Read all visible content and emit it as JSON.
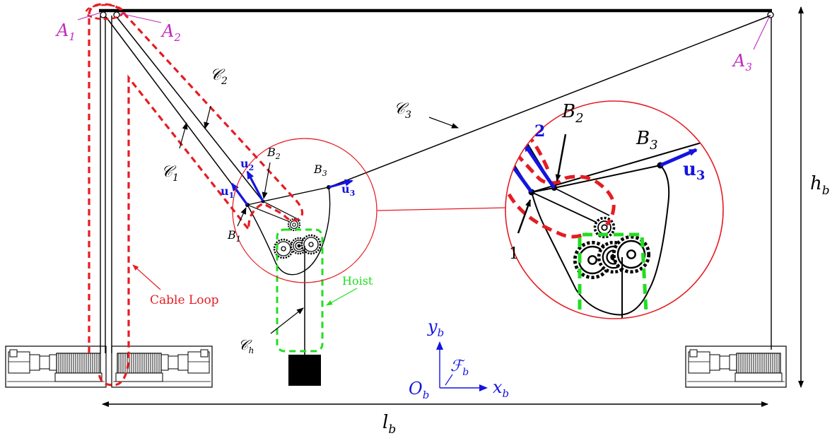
{
  "labels": {
    "A1_main": "A",
    "A1_sub": "1",
    "A2_main": "A",
    "A2_sub": "2",
    "A3_main": "A",
    "A3_sub": "3",
    "C1_main": "𝒞",
    "C1_sub": "1",
    "C2_main": "𝒞",
    "C2_sub": "2",
    "C3_main": "𝒞",
    "C3_sub": "3",
    "Ch_main": "𝒞",
    "Ch_sub": "h",
    "u1_main": "u",
    "u1_sub": "1",
    "u2_main": "u",
    "u2_sub": "2",
    "u3_main": "u",
    "u3_sub": "3",
    "B1_main": "B",
    "B1_sub": "1",
    "B2_main": "B",
    "B2_sub": "2",
    "B3_main": "B",
    "B3_sub": "3",
    "zoom_B2_main": "B",
    "zoom_B2_sub": "2",
    "zoom_B3_main": "B",
    "zoom_B3_sub": "3",
    "zoom_u3_main": "u",
    "zoom_u3_sub": "3",
    "zoom_u2_fragment": "2",
    "zoom_B1_fragment": "1",
    "cable_loop": "Cable Loop",
    "hoist": "Hoist",
    "hb_main": "h",
    "hb_sub": "b",
    "lb_main": "l",
    "lb_sub": "b",
    "yb_main": "y",
    "yb_sub": "b",
    "xb_main": "x",
    "xb_sub": "b",
    "Ob_main": "O",
    "Ob_sub": "b",
    "Fb_main": "ℱ",
    "Fb_sub": "b"
  },
  "colors": {
    "magenta": "#c02ac0",
    "red": "#e51c23",
    "blue": "#1414e0",
    "green": "#22dd22",
    "black": "#000000"
  }
}
